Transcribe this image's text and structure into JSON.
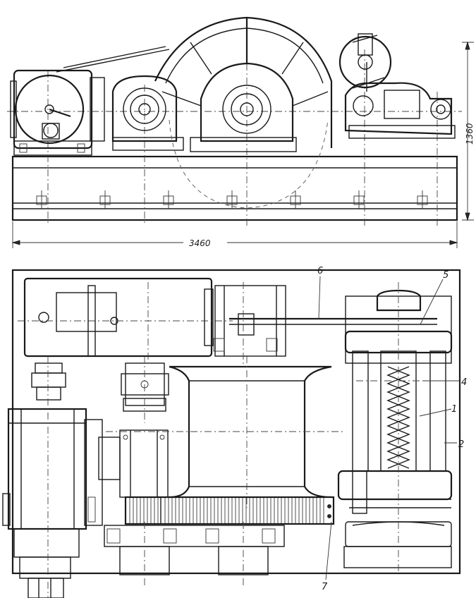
{
  "dimensions": {
    "width": "3460",
    "height": "1360"
  },
  "callouts": [
    "6",
    "5",
    "4",
    "1",
    "2",
    "7"
  ]
}
